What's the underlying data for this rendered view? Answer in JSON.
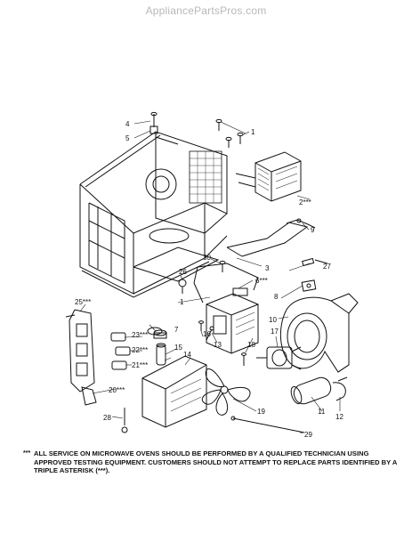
{
  "watermark": "AppliancePartsPros.com",
  "callouts": [
    {
      "id": "c1a",
      "text": "1"
    },
    {
      "id": "c1b",
      "text": "1"
    },
    {
      "id": "c2",
      "text": "2***"
    },
    {
      "id": "c3",
      "text": "3"
    },
    {
      "id": "c4",
      "text": "4"
    },
    {
      "id": "c5",
      "text": "5"
    },
    {
      "id": "c6",
      "text": "6***"
    },
    {
      "id": "c7",
      "text": "7"
    },
    {
      "id": "c8",
      "text": "8"
    },
    {
      "id": "c9",
      "text": "9"
    },
    {
      "id": "c10",
      "text": "10"
    },
    {
      "id": "c11",
      "text": "11"
    },
    {
      "id": "c12",
      "text": "12"
    },
    {
      "id": "c13",
      "text": "13"
    },
    {
      "id": "c14",
      "text": "14"
    },
    {
      "id": "c15",
      "text": "15"
    },
    {
      "id": "c16",
      "text": "16"
    },
    {
      "id": "c17",
      "text": "17"
    },
    {
      "id": "c18",
      "text": "18"
    },
    {
      "id": "c19",
      "text": "19"
    },
    {
      "id": "c20",
      "text": "20***"
    },
    {
      "id": "c21",
      "text": "21***"
    },
    {
      "id": "c22",
      "text": "22***"
    },
    {
      "id": "c23",
      "text": "23***"
    },
    {
      "id": "c25",
      "text": "25***"
    },
    {
      "id": "c26",
      "text": "26"
    },
    {
      "id": "c27",
      "text": "27"
    },
    {
      "id": "c28",
      "text": "28"
    },
    {
      "id": "c29",
      "text": "29"
    },
    {
      "id": "c30",
      "text": "30"
    }
  ],
  "note": {
    "marker": "***",
    "text": "ALL SERVICE ON MICROWAVE OVENS SHOULD BE PERFORMED BY A QUALIFIED TECHNICIAN USING APPROVED TESTING EQUIPMENT.  CUSTOMERS SHOULD NOT ATTEMPT TO REPLACE PARTS IDENTIFIED BY A TRIPLE ASTERISK (***)."
  }
}
